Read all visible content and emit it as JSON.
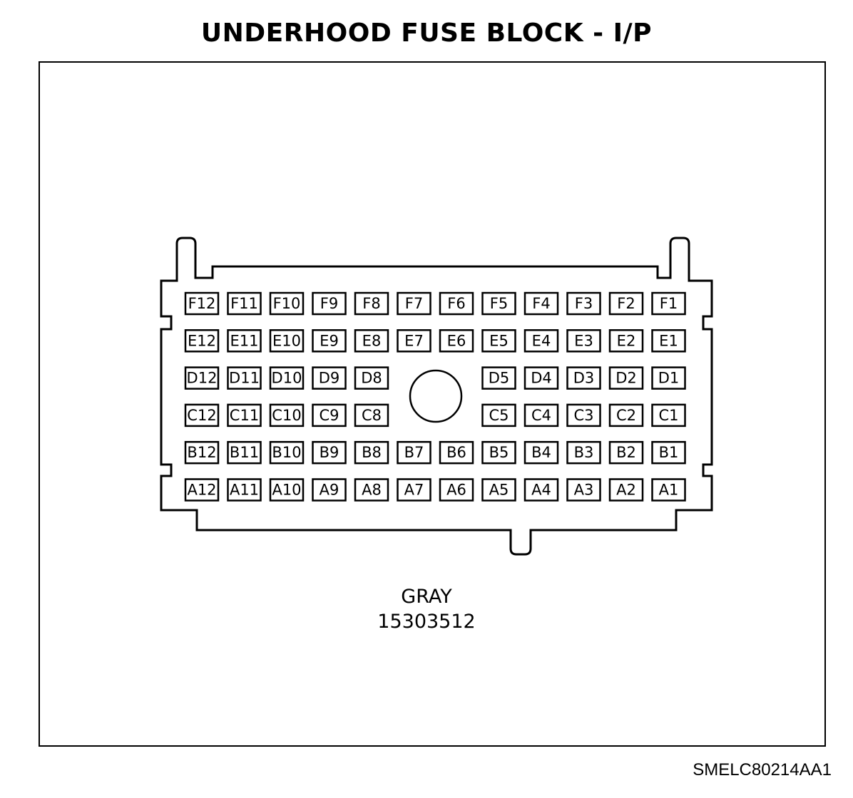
{
  "title": "UNDERHOOD FUSE BLOCK - I/P",
  "connector": {
    "color": "GRAY",
    "part_number": "15303512"
  },
  "diagram_code": "SMELC80214AA1",
  "rows": [
    {
      "row": "F",
      "pins": [
        "F12",
        "F11",
        "F10",
        "F9",
        "F8",
        "F7",
        "F6",
        "F5",
        "F4",
        "F3",
        "F2",
        "F1"
      ]
    },
    {
      "row": "E",
      "pins": [
        "E12",
        "E11",
        "E10",
        "E9",
        "E8",
        "E7",
        "E6",
        "E5",
        "E4",
        "E3",
        "E2",
        "E1"
      ]
    },
    {
      "row": "D",
      "pins": [
        "D12",
        "D11",
        "D10",
        "D9",
        "D8",
        "",
        "",
        "D5",
        "D4",
        "D3",
        "D2",
        "D1"
      ]
    },
    {
      "row": "C",
      "pins": [
        "C12",
        "C11",
        "C10",
        "C9",
        "C8",
        "",
        "",
        "C5",
        "C4",
        "C3",
        "C2",
        "C1"
      ]
    },
    {
      "row": "B",
      "pins": [
        "B12",
        "B11",
        "B10",
        "B9",
        "B8",
        "B7",
        "B6",
        "B5",
        "B4",
        "B3",
        "B2",
        "B1"
      ]
    },
    {
      "row": "A",
      "pins": [
        "A12",
        "A11",
        "A10",
        "A9",
        "A8",
        "A7",
        "A6",
        "A5",
        "A4",
        "A3",
        "A2",
        "A1"
      ]
    }
  ]
}
